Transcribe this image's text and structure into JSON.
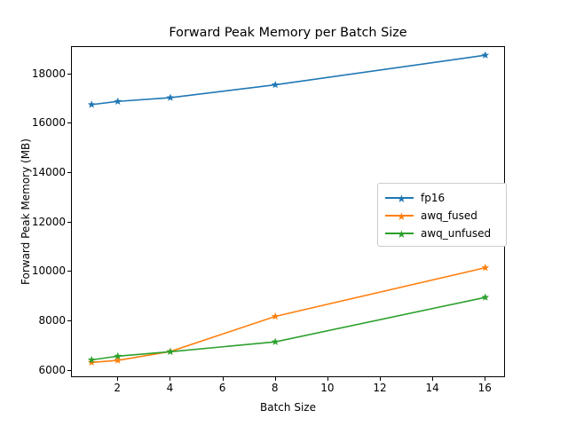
{
  "chart_data": {
    "type": "line",
    "title": "Forward Peak Memory per Batch Size",
    "xlabel": "Batch Size",
    "ylabel": "Forward Peak Memory (MB)",
    "x": [
      1,
      2,
      4,
      8,
      16
    ],
    "xlim": [
      0.25,
      16.75
    ],
    "ylim": [
      5720,
      19080
    ],
    "xticks": [
      2,
      4,
      6,
      8,
      10,
      12,
      14,
      16
    ],
    "xtick_labels": [
      "2",
      "4",
      "6",
      "8",
      "10",
      "12",
      "14",
      "16"
    ],
    "yticks": [
      6000,
      8000,
      10000,
      12000,
      14000,
      16000,
      18000
    ],
    "ytick_labels": [
      "6000",
      "8000",
      "10000",
      "12000",
      "14000",
      "16000",
      "18000"
    ],
    "grid": false,
    "legend_position": "center-right",
    "marker": "star",
    "series": [
      {
        "name": "fp16",
        "color": "#1f77b4",
        "values": [
          16750,
          16880,
          17030,
          17550,
          18750
        ]
      },
      {
        "name": "awq_fused",
        "color": "#ff7f0e",
        "values": [
          6320,
          6400,
          6760,
          8180,
          10150
        ]
      },
      {
        "name": "awq_unfused",
        "color": "#2ca02c",
        "values": [
          6420,
          6570,
          6750,
          7150,
          8950
        ]
      }
    ]
  },
  "legend": {
    "items": [
      {
        "label": "fp16"
      },
      {
        "label": "awq_fused"
      },
      {
        "label": "awq_unfused"
      }
    ]
  }
}
